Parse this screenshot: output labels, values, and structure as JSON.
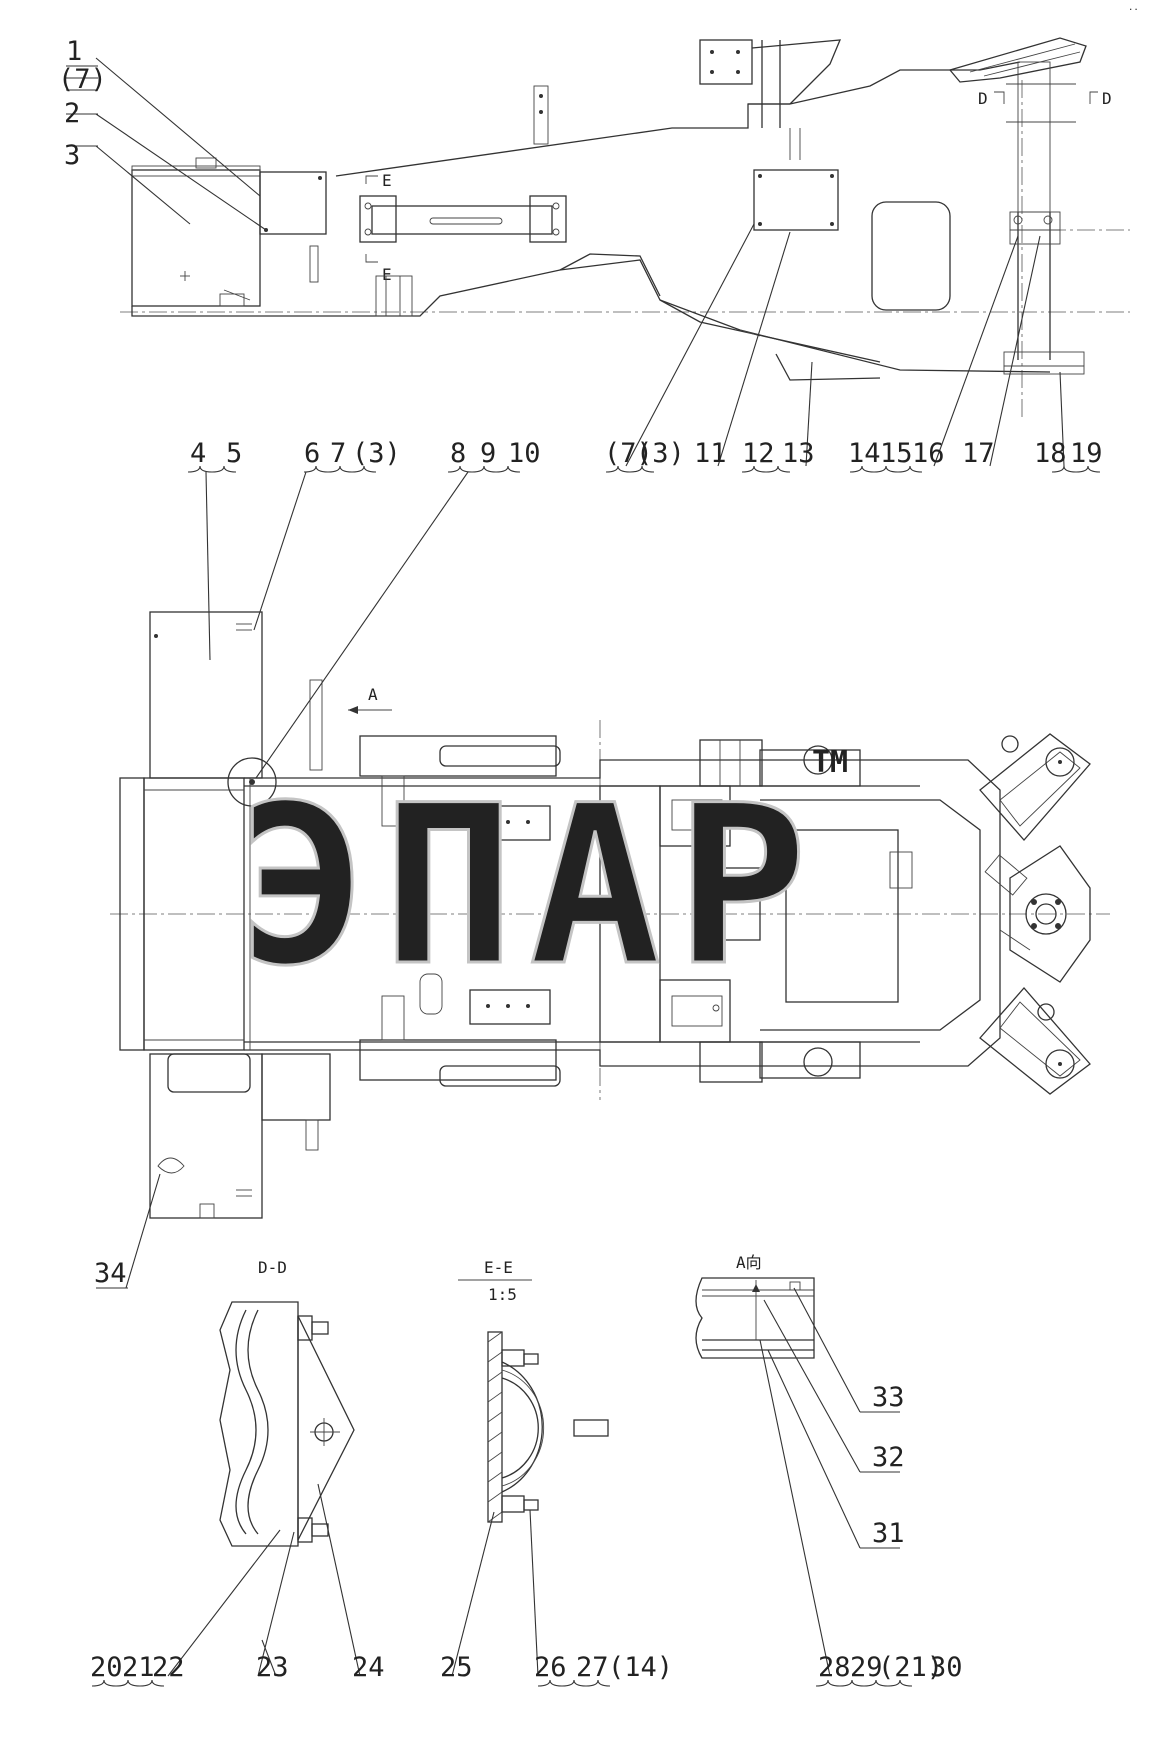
{
  "corner_mark": "..",
  "watermark": "ЭПАР",
  "watermark_tm": "TM",
  "section_marks": {
    "d_left": "D",
    "d_right": "D",
    "e_top": "E",
    "e_bottom": "E",
    "a_arrow": "A"
  },
  "view_titles": {
    "dd": "D-D",
    "ee": "E-E",
    "ee_scale": "1:5",
    "a_view": "A向"
  },
  "callouts": {
    "c1": "1",
    "c7p": "(7)",
    "c2": "2",
    "c3": "3",
    "c4": "4",
    "c5": "5",
    "c6": "6",
    "c7": "7",
    "c3p_a": "(3)",
    "c8": "8",
    "c9": "9",
    "c10": "10",
    "c7p_b": "(7)",
    "c3p_b": "(3)",
    "c11": "11",
    "c12": "12",
    "c13": "13",
    "c14": "14",
    "c15": "15",
    "c16": "16",
    "c17": "17",
    "c18": "18",
    "c19": "19",
    "c34": "34",
    "c20": "20",
    "c21": "21",
    "c22": "22",
    "c23": "23",
    "c24": "24",
    "c25": "25",
    "c26": "26",
    "c27": "27",
    "c14p": "(14)",
    "c28": "28",
    "c29": "29",
    "c21p": "(21)",
    "c30": "30",
    "c31": "31",
    "c32": "32",
    "c33": "33"
  }
}
